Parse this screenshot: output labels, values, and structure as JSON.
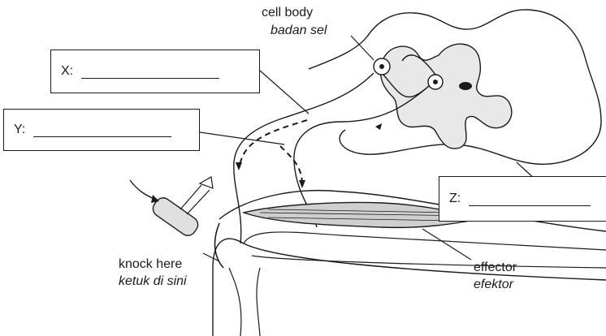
{
  "labels": {
    "cell_body": "cell body",
    "cell_body_ms": "badan sel",
    "knock_here": "knock here",
    "knock_here_ms": "ketuk di sini",
    "effector": "effector",
    "effector_ms": "efektor"
  },
  "boxes": {
    "x": "X:",
    "y": "Y:",
    "z": "Z:"
  }
}
